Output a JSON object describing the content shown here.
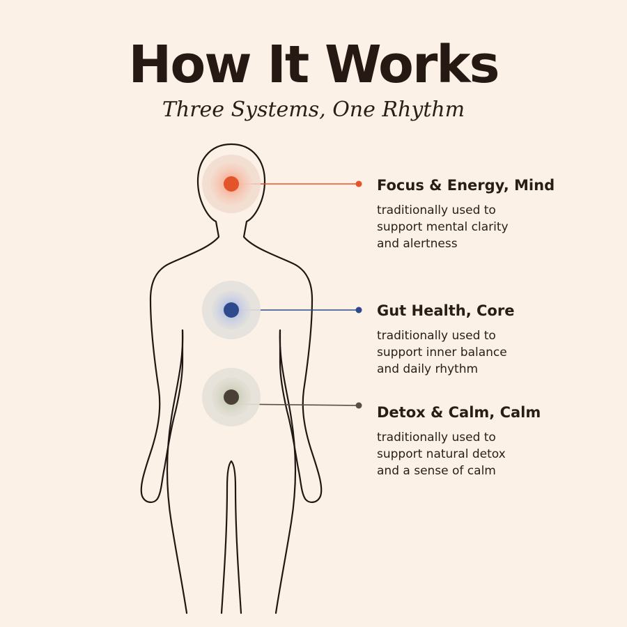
{
  "header": {
    "title": "How It Works",
    "subtitle": "Three Systems, One Rhythm"
  },
  "systems": [
    {
      "title": "Focus & Energy, Mind",
      "description": "traditionally used to\nsupport mental clarity\nand alertness",
      "color": "#e4542a",
      "glow": "#f6b29a"
    },
    {
      "title": "Gut Health, Core",
      "description": "traditionally used to\nsupport inner balance\nand daily rhythm",
      "color": "#2d4a8e",
      "glow": "#a9b6d8"
    },
    {
      "title": "Detox & Calm, Calm",
      "description": "traditionally used to\nsupport natural detox\nand a sense of calm",
      "color": "#4a4038",
      "glow": "#c9cbb5"
    }
  ]
}
